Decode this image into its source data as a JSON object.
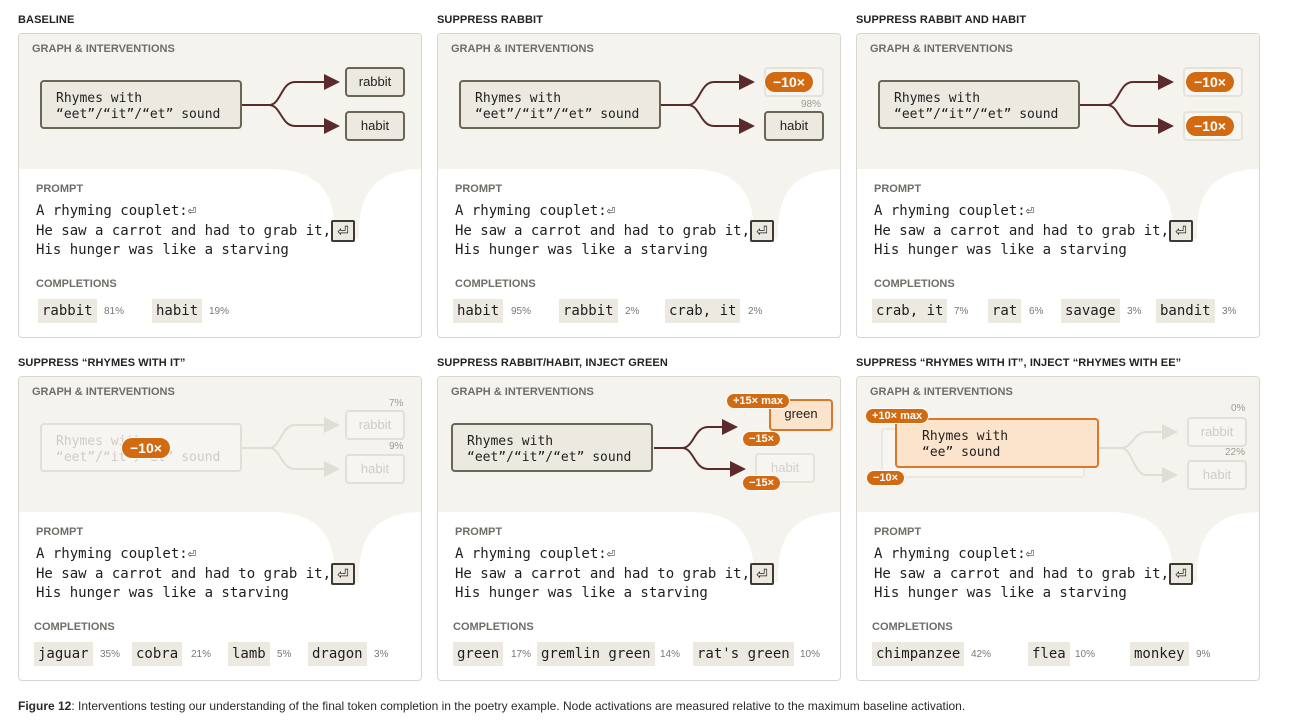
{
  "graph_label": "GRAPH & INTERVENTIONS",
  "prompt_label": "PROMPT",
  "completions_label": "COMPLETIONS",
  "prompt_lines": [
    "A rhyming couplet:⏎",
    "He saw a carrot and had to grab it,",
    "His hunger was like a starving"
  ],
  "enter_glyph": "⏎",
  "node_line1": "Rhymes with",
  "node_line2": "“eet”/“it”/“et” sound",
  "ee_line1": "Rhymes with",
  "ee_line2": "“ee” sound",
  "rabbit": "rabbit",
  "habit": "habit",
  "green": "green",
  "panels": [
    {
      "title": "BASELINE",
      "completions": [
        {
          "word": "rabbit",
          "pct": "81%"
        },
        {
          "word": "habit",
          "pct": "19%"
        }
      ]
    },
    {
      "title": "SUPPRESS RABBIT",
      "intervention": "−10×",
      "pct_rabbit": "98%",
      "completions": [
        {
          "word": "habit",
          "pct": "95%"
        },
        {
          "word": "rabbit",
          "pct": "2%"
        },
        {
          "word": "crab, it",
          "pct": "2%"
        }
      ]
    },
    {
      "title": "SUPPRESS RABBIT AND HABIT",
      "intervention_rabbit": "−10×",
      "intervention_habit": "−10×",
      "completions": [
        {
          "word": "crab, it",
          "pct": "7%"
        },
        {
          "word": "rat",
          "pct": "6%"
        },
        {
          "word": "savage",
          "pct": "3%"
        },
        {
          "word": "bandit",
          "pct": "3%"
        }
      ]
    },
    {
      "title": "SUPPRESS “RHYMES WITH IT”",
      "intervention": "−10×",
      "pct_rabbit": "7%",
      "pct_habit": "9%",
      "completions": [
        {
          "word": "jaguar",
          "pct": "35%"
        },
        {
          "word": "cobra",
          "pct": "21%"
        },
        {
          "word": "lamb",
          "pct": "5%"
        },
        {
          "word": "dragon",
          "pct": "3%"
        }
      ]
    },
    {
      "title": "SUPPRESS RABBIT/HABIT, INJECT GREEN",
      "inject": "+15× max",
      "suppress_rabbit": "−15×",
      "suppress_habit": "−15×",
      "completions": [
        {
          "word": "green",
          "pct": "17%"
        },
        {
          "word": "gremlin green",
          "pct": "14%"
        },
        {
          "word": "rat's green",
          "pct": "10%"
        }
      ]
    },
    {
      "title": "SUPPRESS “RHYMES WITH IT”, INJECT “RHYMES WITH EE”",
      "inject": "+10× max",
      "suppress": "−10×",
      "pct_rabbit": "0%",
      "pct_habit": "22%",
      "completions": [
        {
          "word": "chimpanzee",
          "pct": "42%"
        },
        {
          "word": "flea",
          "pct": "10%"
        },
        {
          "word": "monkey",
          "pct": "9%"
        }
      ]
    }
  ],
  "caption": {
    "label": "Figure 12",
    "text": ": Interventions testing our understanding of the final token completion in the poetry example. Node activations are measured relative to the maximum baseline activation."
  },
  "colors": {
    "accent": "#d26a12",
    "node_border": "#6b6558",
    "node_fill": "#ece9e1",
    "graph_bg": "#f4f3ee",
    "arrow": "#5b2b2b"
  }
}
